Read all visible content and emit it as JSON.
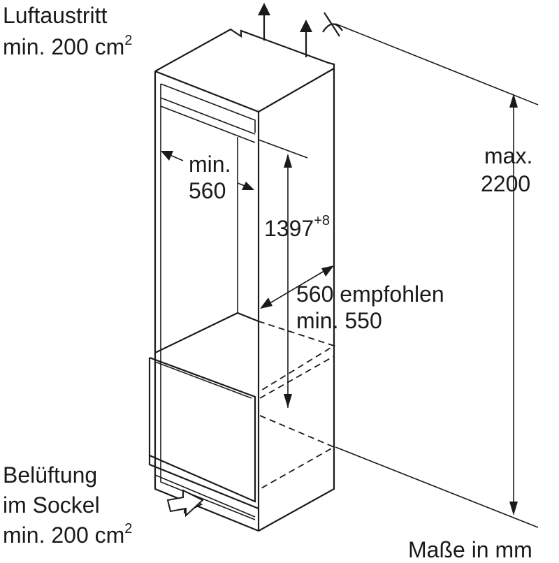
{
  "labels": {
    "air_outlet_line1": "Luftaustritt",
    "air_outlet_line2_main": "min. 200 cm",
    "air_outlet_line2_sup": "2",
    "width_line1": "min.",
    "width_line2": "560",
    "height_main": "1397",
    "height_sup": "+8",
    "depth_line1": "560 empfohlen",
    "depth_line2": "min. 550",
    "max_height_line1": "max.",
    "max_height_line2": "2200",
    "ventilation_line1": "Belüftung",
    "ventilation_line2": "im Sockel",
    "ventilation_line3_main": "min. 200 cm",
    "ventilation_line3_sup": "2",
    "units_note": "Maße in mm"
  },
  "colors": {
    "ink": "#1a1a1a",
    "background": "#ffffff"
  },
  "icons": {
    "air_out_arrows": "arrow-up-icon",
    "air_in_arrow": "arrow-right-outline-icon",
    "top_limit_mark": "limit-mark-icon"
  }
}
